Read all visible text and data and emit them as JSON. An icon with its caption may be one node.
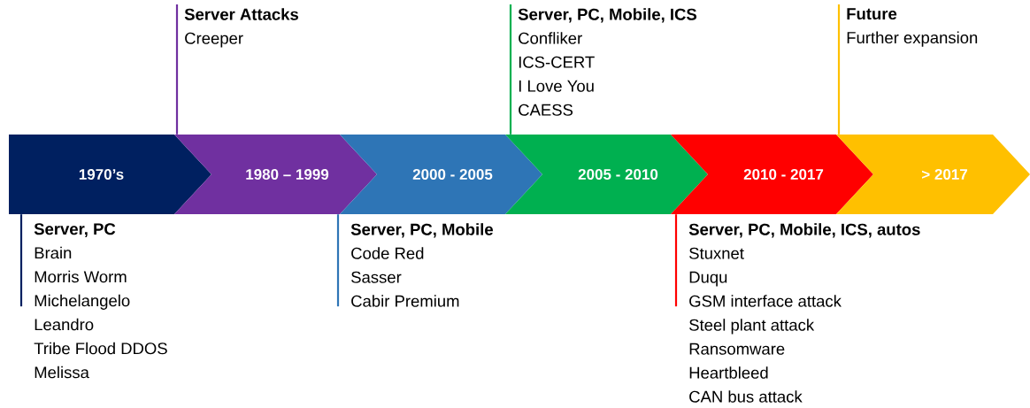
{
  "diagram": {
    "nodes": [
      {
        "text": [
          "1970’s"
        ]
      },
      {
        "text": [
          "1980 – 1999"
        ]
      },
      {
        "text": [
          "2000 - 2005"
        ]
      },
      {
        "text": [
          "2005 - 2010"
        ]
      },
      {
        "text": [
          "2010 - 2017"
        ]
      },
      {
        "text": [
          "> 2017"
        ]
      },
      {
        "text": [
          "Server, PC",
          "Brain",
          "Morris Worm",
          "Michelangelo",
          "Leandro",
          "Tribe Flood DDOS",
          "Melissa"
        ]
      },
      {
        "text": [
          "Server Attacks",
          "Creeper"
        ]
      },
      {
        "text": [
          "Server, PC, Mobile",
          "Code Red",
          "Sasser",
          "Cabir Premium"
        ]
      },
      {
        "text": [
          "Server, PC, Mobile, ICS",
          "Confliker",
          "ICS-CERT",
          "I Love You",
          "CAESS"
        ]
      },
      {
        "text": [
          "Server, PC, Mobile, ICS, autos",
          "Stuxnet",
          "Duqu",
          "GSM interface attack",
          "Steel plant attack",
          "Ransomware",
          "Heartbleed",
          "CAN bus attack"
        ]
      },
      {
        "text": [
          "Future",
          "Further expansion"
        ]
      }
    ],
    "edges": [
      {
        "from": 6,
        "to": 0,
        "arrow": "none",
        "color": "#002060"
      },
      {
        "from": 7,
        "to": 1,
        "arrow": "none",
        "color": "#7030a0"
      },
      {
        "from": 8,
        "to": 2,
        "arrow": "none",
        "color": "#2e75b6"
      },
      {
        "from": 9,
        "to": 3,
        "arrow": "none",
        "color": "#00b050"
      },
      {
        "from": 10,
        "to": 4,
        "arrow": "none",
        "color": "#ff0000"
      },
      {
        "from": 11,
        "to": 5,
        "arrow": "none",
        "color": "#ffc000"
      }
    ]
  }
}
